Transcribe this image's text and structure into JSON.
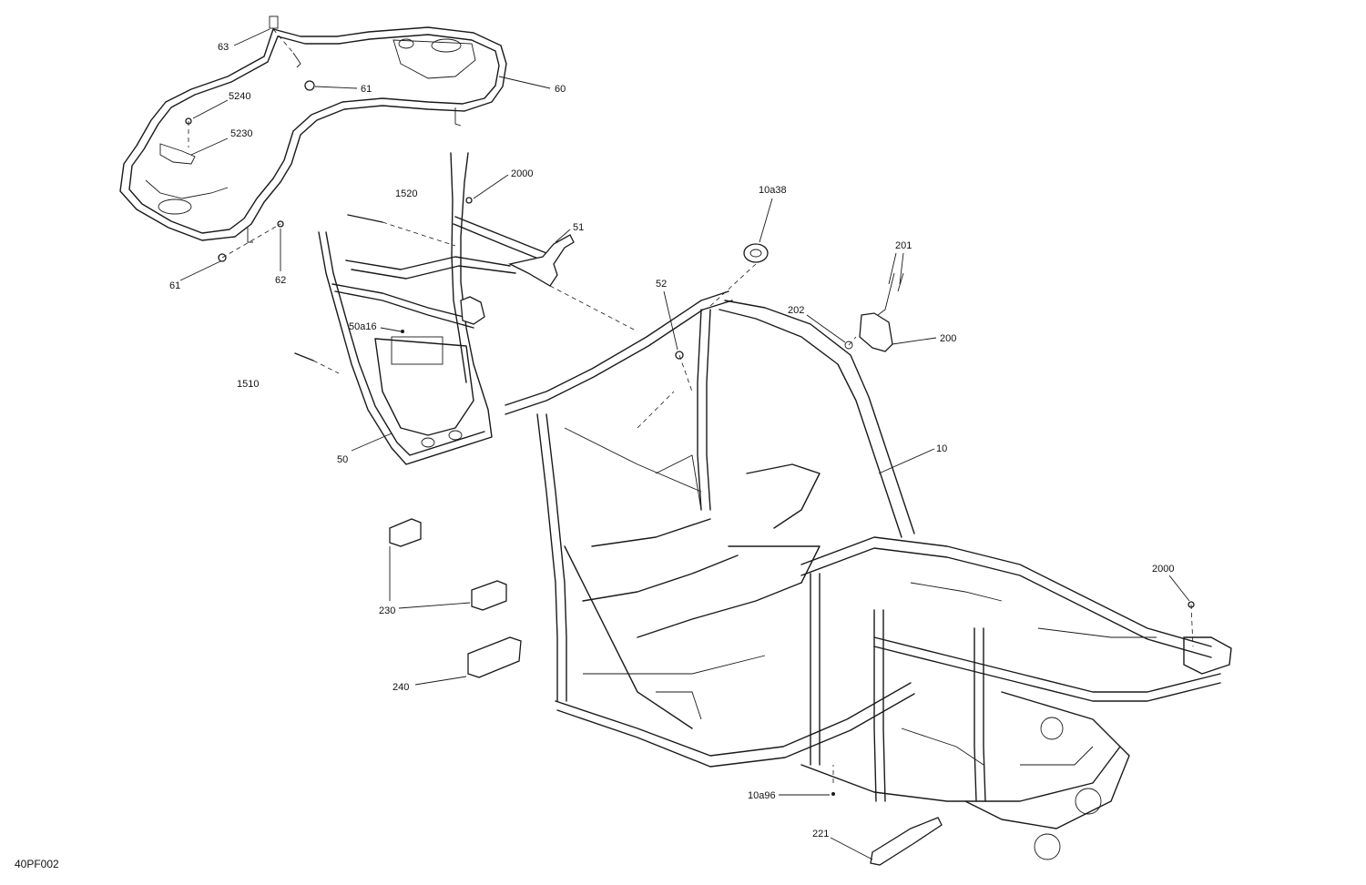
{
  "figure_ref": "40PF002",
  "callouts": [
    {
      "id": "63",
      "label": "63"
    },
    {
      "id": "61a",
      "label": "61"
    },
    {
      "id": "60",
      "label": "60"
    },
    {
      "id": "5240",
      "label": "5240"
    },
    {
      "id": "5230",
      "label": "5230"
    },
    {
      "id": "61b",
      "label": "61"
    },
    {
      "id": "62",
      "label": "62"
    },
    {
      "id": "1520",
      "label": "1520"
    },
    {
      "id": "2000a",
      "label": "2000"
    },
    {
      "id": "51",
      "label": "51"
    },
    {
      "id": "50a16",
      "label": "50a16"
    },
    {
      "id": "1510",
      "label": "1510"
    },
    {
      "id": "50",
      "label": "50"
    },
    {
      "id": "10a38",
      "label": "10a38"
    },
    {
      "id": "52",
      "label": "52"
    },
    {
      "id": "201",
      "label": "201"
    },
    {
      "id": "202",
      "label": "202"
    },
    {
      "id": "200",
      "label": "200"
    },
    {
      "id": "10",
      "label": "10"
    },
    {
      "id": "2000b",
      "label": "2000"
    },
    {
      "id": "230",
      "label": "230"
    },
    {
      "id": "240",
      "label": "240"
    },
    {
      "id": "10a96",
      "label": "10a96"
    },
    {
      "id": "221",
      "label": "221"
    }
  ]
}
